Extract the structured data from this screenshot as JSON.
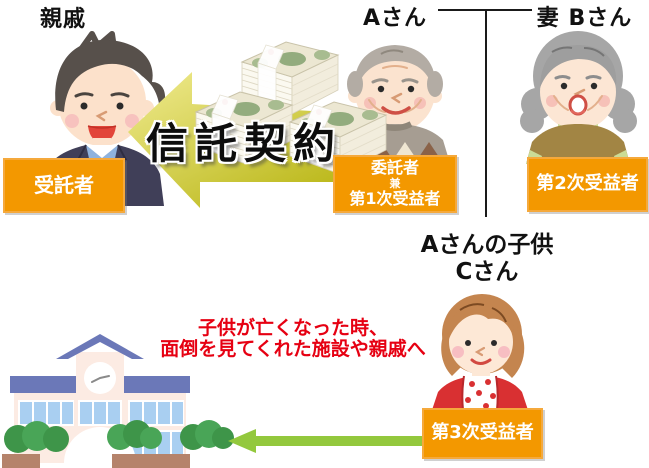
{
  "diagram": {
    "top_labels": {
      "relative": "親戚",
      "a_san": "Aさん",
      "wife_b_san": "妻 Bさん"
    },
    "child_label": {
      "line1": "Aさんの子供",
      "line2": "Cさん"
    },
    "role_boxes": {
      "trustee": "受託者",
      "settlor_line1": "委託者",
      "settlor_line2": "兼",
      "settlor_line3": "第1次受益者",
      "second_beneficiary": "第2次受益者",
      "third_beneficiary": "第3次受益者"
    },
    "trust_arrow_label": "信託契約",
    "note": {
      "line1": "子供が亡くなった時、",
      "line2": "面倒を見てくれた施設や親戚へ"
    },
    "icons": {
      "money": "money-stacks-icon",
      "relative": "relative-man-illustration",
      "a_san": "elderly-man-illustration",
      "b_san": "elderly-woman-illustration",
      "c_san": "daughter-illustration",
      "facility": "facility-building-illustration"
    },
    "colors": {
      "role_box_bg": "#f39800",
      "role_box_border": "#f5a93c",
      "note_text": "#e60012",
      "trust_arrow_gradient_from": "#f0eb90",
      "trust_arrow_gradient_to": "#b7b411",
      "benefit_arrow": "#93c83d",
      "connector_line": "#1a1a1a",
      "building_roof": "#6b78b8",
      "building_wall": "#fcebe3"
    }
  }
}
